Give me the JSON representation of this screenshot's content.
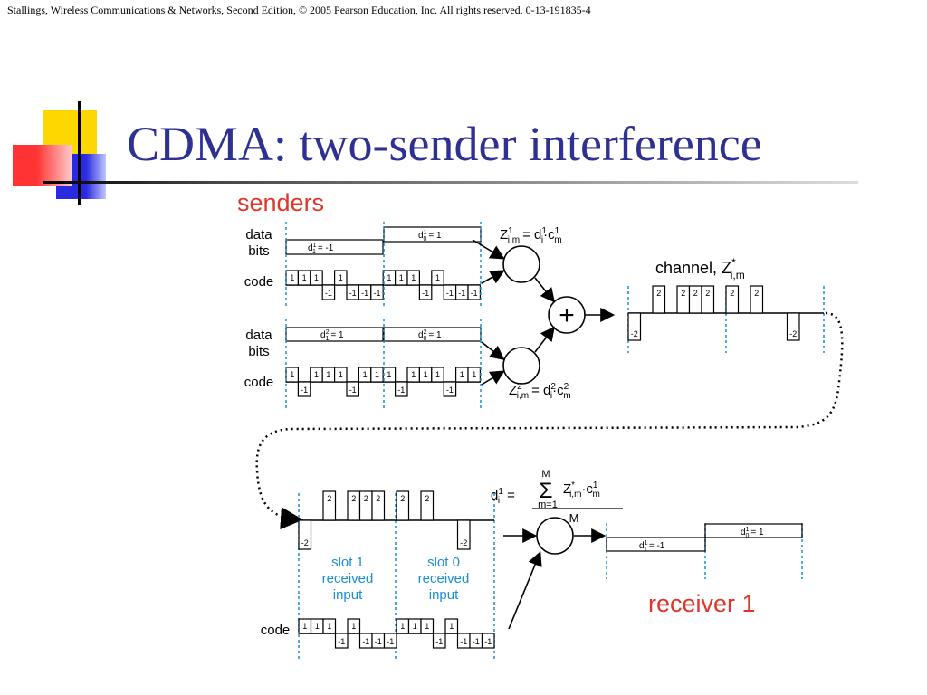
{
  "credit": "Stallings, Wireless Communications & Networks, Second Edition, © 2005 Pearson Education, Inc. All rights reserved. 0-13-191835-4",
  "title": "CDMA: two-sender interference",
  "colors": {
    "title": "#2e3192",
    "red_label": "#e0352b",
    "blue_label": "#1a8fd6",
    "slot_divider": "#1a8fd6",
    "square_yellow": "#ffd700",
    "square_red": "#ff3333",
    "square_blue": "#2a2ae0"
  },
  "senders": {
    "label": "senders",
    "sender1": {
      "data_label_1": "data",
      "data_label_2": "bits",
      "code_label": "code",
      "d_slot1": "d",
      "d_slot1_sup": "1",
      "d_slot1_sub": "1",
      "d_slot1_val": "= -1",
      "d_slot0": "d",
      "d_slot0_sup": "1",
      "d_slot0_sub": "0",
      "d_slot0_val": "= 1",
      "chips": [
        1,
        1,
        1,
        -1,
        1,
        -1,
        -1,
        -1,
        1,
        1,
        1,
        -1,
        1,
        -1,
        -1,
        -1
      ]
    },
    "sender2": {
      "data_label_1": "data",
      "data_label_2": "bits",
      "code_label": "code",
      "d_slot1": "d",
      "d_slot1_sup": "2",
      "d_slot1_sub": "1",
      "d_slot1_val": "= 1",
      "d_slot0": "d",
      "d_slot0_sup": "2",
      "d_slot0_sub": "0",
      "d_slot0_val": "= 1",
      "chips": [
        1,
        -1,
        1,
        1,
        1,
        -1,
        1,
        1,
        1,
        -1,
        1,
        1,
        1,
        -1,
        1,
        1
      ]
    },
    "eq1": {
      "lhs": "Z",
      "lhs_sup": "1",
      "lhs_sub": "i,m",
      "rhs": "= d",
      "rhs_sup": "1",
      "rhs_sub": "i",
      "rhs2": "·c",
      "rhs2_sup": "1",
      "rhs2_sub": "m"
    },
    "eq2": {
      "lhs": "Z",
      "lhs_sup": "2",
      "lhs_sub": "i,m",
      "rhs": "= d",
      "rhs_sup": "2",
      "rhs_sub": "i",
      "rhs2": "·c",
      "rhs2_sup": "2",
      "rhs2_sub": "m"
    },
    "adder_symbol": "+"
  },
  "channel": {
    "label": "channel, Z",
    "label_sup": "*",
    "label_sub": "i,m",
    "values": [
      -2,
      0,
      2,
      0,
      2,
      2,
      2,
      0,
      2,
      0,
      2,
      0,
      0,
      -2,
      0,
      0
    ]
  },
  "receiver": {
    "label": "receiver 1",
    "received": [
      -2,
      0,
      2,
      0,
      2,
      2,
      2,
      0,
      2,
      0,
      2,
      0,
      0,
      -2,
      0,
      0
    ],
    "slot1_label": [
      "slot 1",
      "received",
      "input"
    ],
    "slot0_label": [
      "slot 0",
      "received",
      "input"
    ],
    "code_label": "code",
    "code_chips": [
      1,
      1,
      1,
      -1,
      1,
      -1,
      -1,
      -1,
      1,
      1,
      1,
      -1,
      1,
      -1,
      -1,
      -1
    ],
    "eq": {
      "lhs": "d",
      "lhs_sup": "1",
      "lhs_sub": "i",
      "equals": "=",
      "sum_top": "M",
      "sum_symbol": "Σ",
      "sum_bottom": "m=1",
      "term": "Z",
      "term_sup": "*",
      "term_sub": "i,m",
      "term2": "·c",
      "term2_sup": "1",
      "term2_sub": "m",
      "denominator": "M"
    },
    "d_slot1": "d",
    "d_slot1_sup": "1",
    "d_slot1_sub": "1",
    "d_slot1_val": "= -1",
    "d_slot0": "d",
    "d_slot0_sup": "1",
    "d_slot0_sub": "0",
    "d_slot0_val": "= 1"
  }
}
